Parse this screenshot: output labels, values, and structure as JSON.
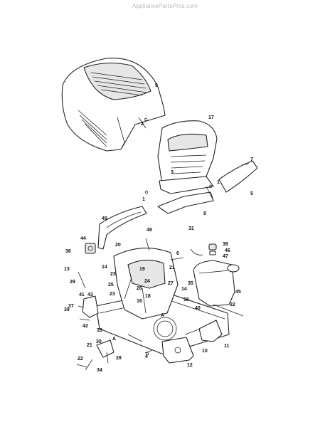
{
  "watermark": "AppliancePartsPros.com",
  "callouts": [
    {
      "id": "9",
      "label": "9"
    },
    {
      "id": "2",
      "label": "2"
    },
    {
      "id": "17",
      "label": "17"
    },
    {
      "id": "7",
      "label": "7"
    },
    {
      "id": "3a",
      "label": "3"
    },
    {
      "id": "5",
      "label": "5"
    },
    {
      "id": "1a",
      "label": "1"
    },
    {
      "id": "1b",
      "label": "1"
    },
    {
      "id": "8",
      "label": "8"
    },
    {
      "id": "49",
      "label": "49"
    },
    {
      "id": "48",
      "label": "48"
    },
    {
      "id": "44",
      "label": "44"
    },
    {
      "id": "36",
      "label": "36"
    },
    {
      "id": "20",
      "label": "20"
    },
    {
      "id": "19",
      "label": "19"
    },
    {
      "id": "21a",
      "label": "21"
    },
    {
      "id": "6",
      "label": "6"
    },
    {
      "id": "31",
      "label": "31"
    },
    {
      "id": "38",
      "label": "38"
    },
    {
      "id": "46",
      "label": "46"
    },
    {
      "id": "47",
      "label": "47"
    },
    {
      "id": "13",
      "label": "13"
    },
    {
      "id": "14a",
      "label": "14"
    },
    {
      "id": "29",
      "label": "29"
    },
    {
      "id": "25",
      "label": "25"
    },
    {
      "id": "24",
      "label": "24"
    },
    {
      "id": "26",
      "label": "26"
    },
    {
      "id": "35",
      "label": "35"
    },
    {
      "id": "45",
      "label": "45"
    },
    {
      "id": "23a",
      "label": "23"
    },
    {
      "id": "18",
      "label": "18"
    },
    {
      "id": "27",
      "label": "27"
    },
    {
      "id": "14b",
      "label": "14"
    },
    {
      "id": "16",
      "label": "16"
    },
    {
      "id": "41",
      "label": "41"
    },
    {
      "id": "43",
      "label": "43"
    },
    {
      "id": "37",
      "label": "37"
    },
    {
      "id": "39",
      "label": "39"
    },
    {
      "id": "15",
      "label": "15"
    },
    {
      "id": "40",
      "label": "40"
    },
    {
      "id": "32",
      "label": "32"
    },
    {
      "id": "23b",
      "label": "23"
    },
    {
      "id": "A1",
      "label": "A"
    },
    {
      "id": "42",
      "label": "42"
    },
    {
      "id": "33",
      "label": "33"
    },
    {
      "id": "11",
      "label": "11"
    },
    {
      "id": "21b",
      "label": "21"
    },
    {
      "id": "30",
      "label": "30"
    },
    {
      "id": "A2",
      "label": "A"
    },
    {
      "id": "28",
      "label": "28"
    },
    {
      "id": "4",
      "label": "4"
    },
    {
      "id": "10",
      "label": "10"
    },
    {
      "id": "22",
      "label": "22"
    },
    {
      "id": "34",
      "label": "34"
    },
    {
      "id": "12",
      "label": "12"
    }
  ]
}
